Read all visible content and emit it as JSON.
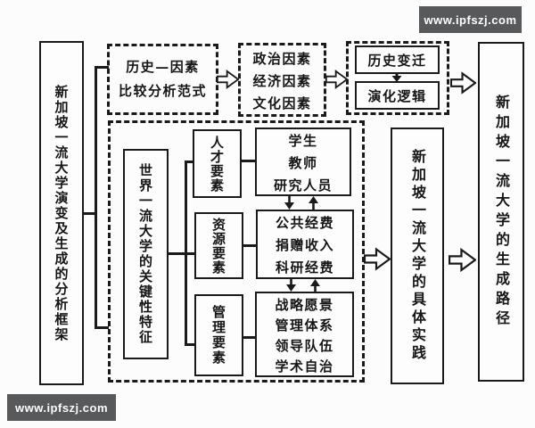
{
  "watermarks": {
    "top_right": "www.ipfszj.com",
    "bottom_left": "www.ipfszj.com"
  },
  "left_panel": {
    "analysis_framework": "新加坡一流大学演变及生成的分析框架"
  },
  "top_row": {
    "paradigm": {
      "line1": "历史—因素",
      "line2": "比较分析范式"
    },
    "factors": [
      "政治因素",
      "经济因素",
      "文化因素"
    ],
    "evolution": {
      "history_change": "历史变迁",
      "evolution_logic": "演化逻辑"
    }
  },
  "features_section": {
    "title": "世界一流大学的关键性特征",
    "talent_element": "人才要素",
    "resource_element": "资源要素",
    "management_element": "管理要素",
    "talent_items": [
      "学生",
      "教师",
      "研究人员"
    ],
    "resource_items": [
      "公共经费",
      "捐赠收入",
      "科研经费"
    ],
    "management_items": [
      "战略愿景",
      "管理体系",
      "领导队伍",
      "学术自治"
    ]
  },
  "right_column": {
    "practice": "新加坡一流大学的具体实践",
    "path": "新加坡一流大学的生成路径"
  },
  "colors": {
    "line": "#1a1a1a",
    "watermark_bg": "#58595b",
    "watermark_text": "#ffffff",
    "canvas_bg": "#fcfcfc"
  }
}
